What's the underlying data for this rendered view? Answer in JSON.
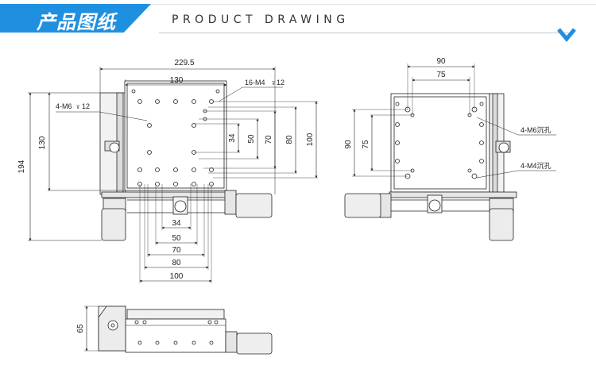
{
  "header": {
    "title_cn": "产品图纸",
    "title_en": "PRODUCT DRAWING",
    "accent_color": "#1f8fe0",
    "chevron_icon": "chevron-down-icon"
  },
  "top_view": {
    "dim_total_width": "229.5",
    "dim_130_h": "130",
    "dim_194": "194",
    "dim_130_v": "130",
    "note_m6": "4-M6",
    "note_m6_depth": "12",
    "note_m4": "16-M4",
    "note_m4_depth": "12",
    "dim_34_v": "34",
    "dim_50_v": "50",
    "dim_70_v": "70",
    "dim_80_v": "80",
    "dim_100_v": "100",
    "dim_34_h": "34",
    "dim_50_h": "50",
    "dim_70_h": "70",
    "dim_80_h": "80",
    "dim_100_h": "100"
  },
  "bottom_view": {
    "dim_90_h": "90",
    "dim_75_h": "75",
    "dim_90_v": "90",
    "dim_75_v": "75",
    "note_m6": "4-M6沉孔",
    "note_m4": "4-M4沉孔"
  },
  "side_view": {
    "dim_65": "65"
  }
}
